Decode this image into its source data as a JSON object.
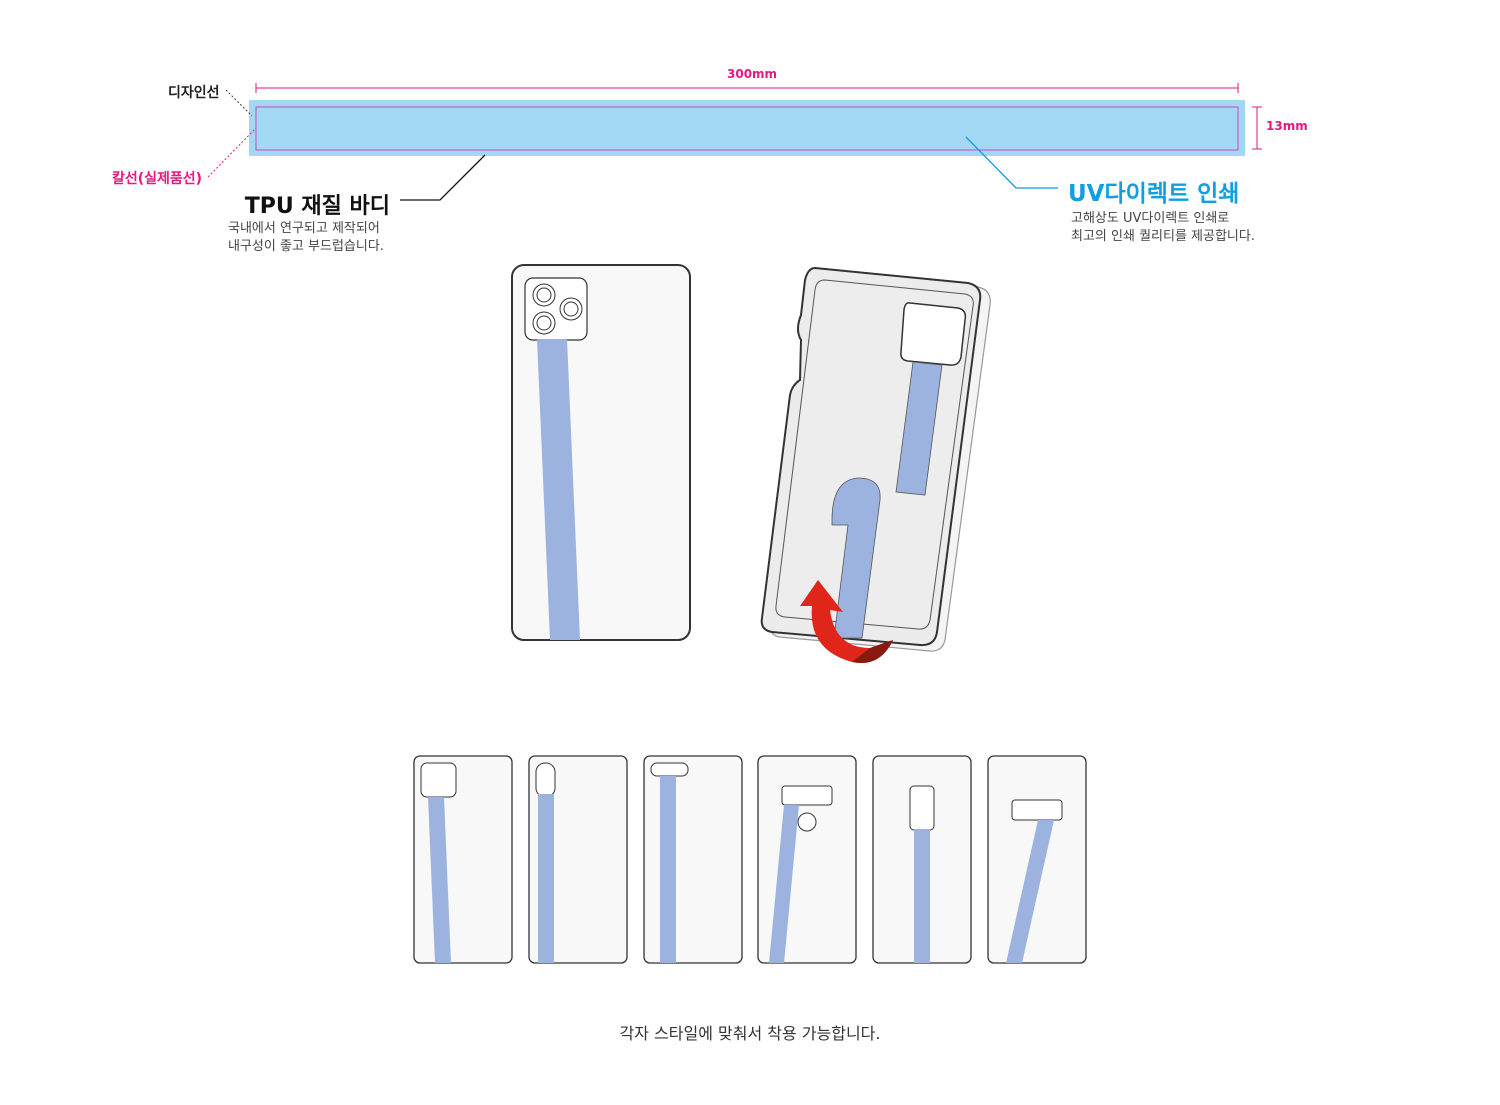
{
  "labels": {
    "design_line": "디자인선",
    "cut_line": "칼선(실제품선)",
    "width": "300mm",
    "height": "13mm"
  },
  "tpu": {
    "title": "TPU 재질 바디",
    "desc_line1": "국내에서 연구되고 제작되어",
    "desc_line2": "내구성이 좋고 부드럽습니다."
  },
  "uv": {
    "title": "UV다이렉트 인쇄",
    "desc_line1": "고해상도 UV다이렉트 인쇄로",
    "desc_line2": "최고의 인쇄 퀄리티를 제공합니다."
  },
  "footer": "각자 스타일에 맞춰서 착용 가능합니다.",
  "colors": {
    "strap_band": "#a2d8f4",
    "strap": "#9bb3de",
    "dimension": "#e5197e",
    "uv_accent": "#129ee0",
    "arrow": "#e0261b"
  }
}
